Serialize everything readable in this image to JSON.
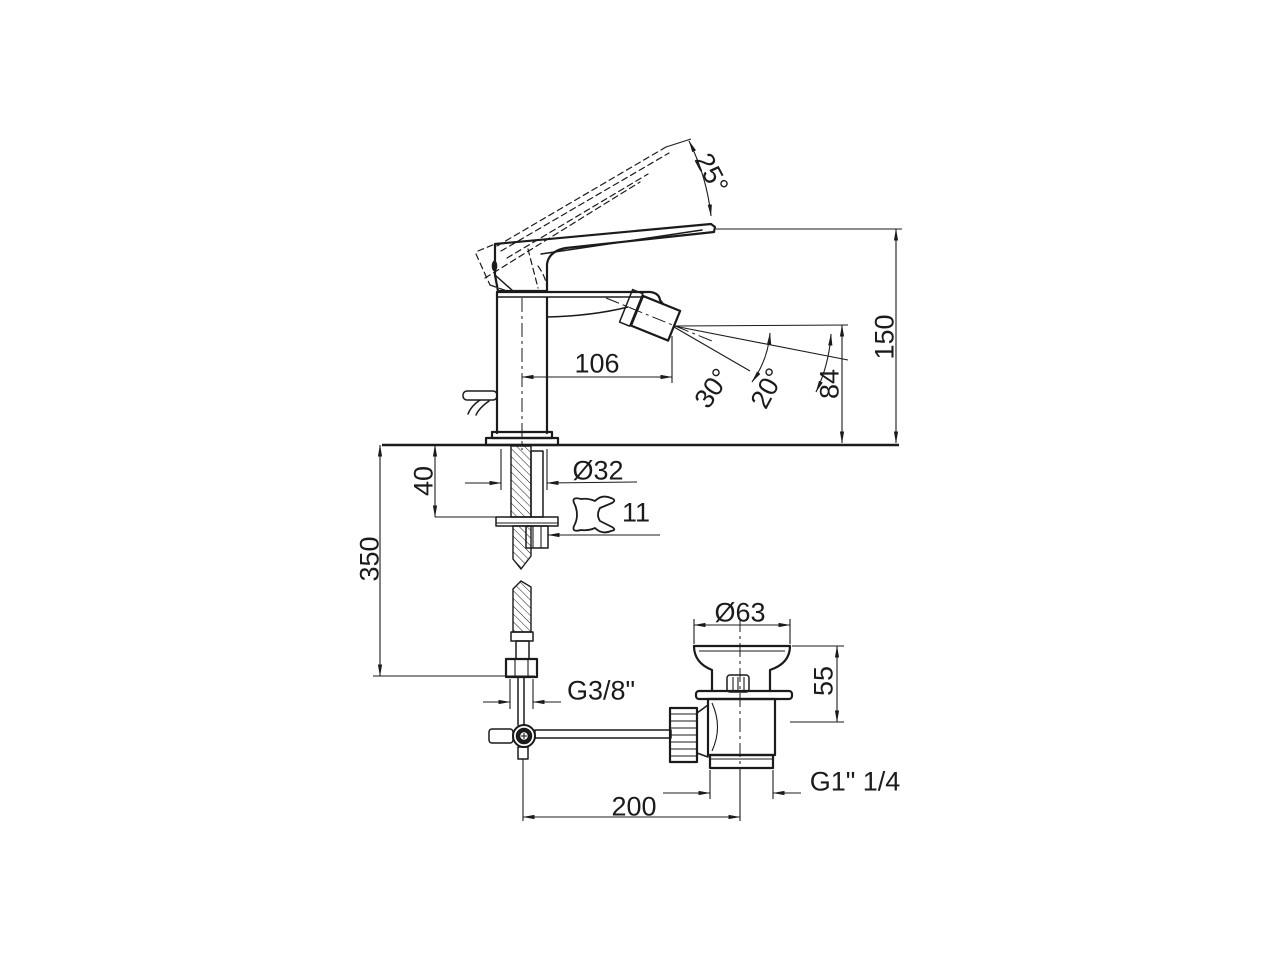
{
  "colors": {
    "line": "#1b1b1b",
    "background": "#ffffff"
  },
  "dims": {
    "handle_angle": "25°",
    "spout_reach": "106",
    "spray_angle_inner": "30°",
    "spray_angle_outer": "20°",
    "spout_height": "84",
    "total_height": "150",
    "mount_depth": "40",
    "hole_diameter": "Ø32",
    "wrench_size": "11",
    "supply_drop": "350",
    "supply_thread": "G3/8\"",
    "waste_diameter": "Ø63",
    "waste_height": "55",
    "waste_thread": "G1\" 1/4",
    "popup_rod_length": "200"
  }
}
